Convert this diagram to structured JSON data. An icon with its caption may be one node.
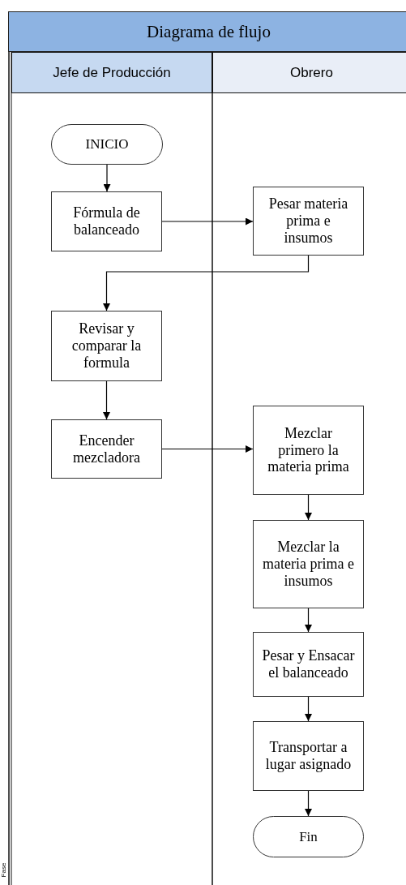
{
  "diagram": {
    "title": "Diagrama de flujo",
    "nodes": [
      {
        "text": [
          "Jefe de Producción"
        ]
      },
      {
        "text": [
          "Obrero"
        ]
      },
      {
        "text": [
          "INICIO"
        ]
      },
      {
        "text": [
          "Fórmula de balanceado"
        ]
      },
      {
        "text": [
          "Pesar materia prima e insumos"
        ]
      },
      {
        "text": [
          "Revisar y comparar la formula"
        ]
      },
      {
        "text": [
          "Encender mezcladora"
        ]
      },
      {
        "text": [
          "Mezclar primero la materia prima"
        ]
      },
      {
        "text": [
          "Mezclar la materia prima e insumos"
        ]
      },
      {
        "text": [
          "Pesar y Ensacar el balanceado"
        ]
      },
      {
        "text": [
          "Transportar a lugar asignado"
        ]
      },
      {
        "text": [
          "Fin"
        ]
      }
    ],
    "edges": [
      {
        "from": 2,
        "to": 3,
        "arrow": "to"
      },
      {
        "from": 3,
        "to": 4,
        "arrow": "to"
      },
      {
        "from": 4,
        "to": 5,
        "arrow": "to"
      },
      {
        "from": 5,
        "to": 6,
        "arrow": "to"
      },
      {
        "from": 6,
        "to": 7,
        "arrow": "to"
      },
      {
        "from": 7,
        "to": 8,
        "arrow": "to"
      },
      {
        "from": 8,
        "to": 9,
        "arrow": "to"
      },
      {
        "from": 9,
        "to": 10,
        "arrow": "to"
      },
      {
        "from": 10,
        "to": 11,
        "arrow": "to"
      }
    ],
    "labels": [
      "Fase"
    ]
  }
}
